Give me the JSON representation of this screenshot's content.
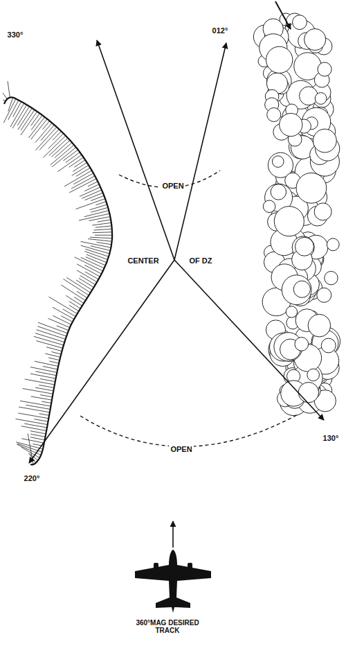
{
  "diagram": {
    "labels": [
      "330°",
      "012°",
      "OPEN",
      "CENTER",
      "OF DZ",
      "130°",
      "OPEN",
      "220°",
      "360°MAG DESIRED TRACK"
    ]
  }
}
